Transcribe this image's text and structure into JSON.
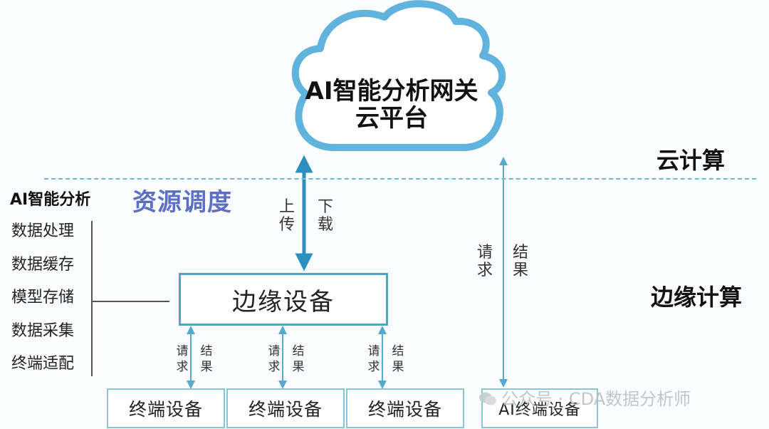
{
  "cloud": {
    "line1": "AI智能分析网关",
    "line2": "云平台"
  },
  "layers": {
    "cloud_computing": "云计算",
    "edge_computing": "边缘计算"
  },
  "scheduling_label": "资源调度",
  "sidebar": {
    "title": "AI智能分析",
    "items": [
      "数据处理",
      "数据缓存",
      "模型存储",
      "数据采集",
      "终端适配"
    ]
  },
  "main_arrow": {
    "upload": "上传",
    "download": "下载"
  },
  "ai_arrow": {
    "request": "请求",
    "result": "结果"
  },
  "edge_device": "边缘设备",
  "terminal_arrows": [
    {
      "request": "请求",
      "result": "结果"
    },
    {
      "request": "请求",
      "result": "结果"
    },
    {
      "request": "请求",
      "result": "结果"
    }
  ],
  "terminals": [
    "终端设备",
    "终端设备",
    "终端设备",
    "AI终端设备"
  ],
  "watermark": "公众号 · CDA数据分析师",
  "colors": {
    "cloud_stroke": "#5fb3dc",
    "box_border": "#4da6c8",
    "arrow": "#2d8fbf",
    "scheduling": "#5b6fc4"
  }
}
